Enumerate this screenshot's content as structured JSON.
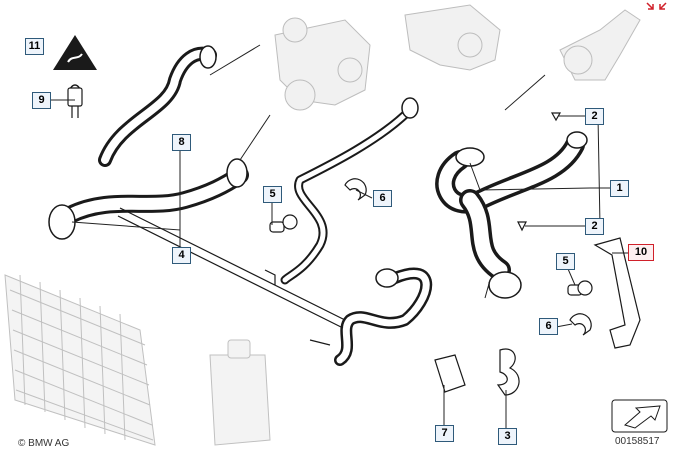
{
  "diagram": {
    "copyright": "© BMW AG",
    "diagram_id": "00158517",
    "callouts": [
      "1",
      "2",
      "2",
      "3",
      "4",
      "5",
      "5",
      "6",
      "6",
      "7",
      "8",
      "9",
      "10",
      "11"
    ],
    "highlighted_callout": "10"
  },
  "colors": {
    "callout_border": "#2f5a7a",
    "callout_fill": "#eef4fb",
    "highlight_border": "#d0202a",
    "hose": "#1a1a1a",
    "leader_line": "#222222",
    "ghost_part": "#bfbfbf"
  }
}
